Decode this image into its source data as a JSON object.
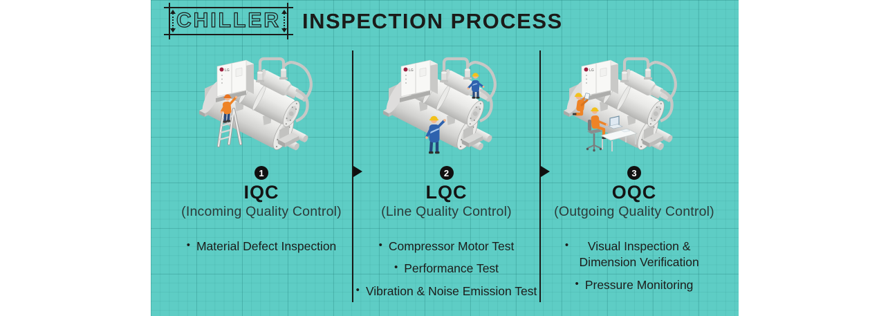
{
  "header": {
    "title_outlined": "CHILLER",
    "title_rest": "INSPECTION PROCESS"
  },
  "brand": {
    "logo": "LG"
  },
  "ui": {
    "bullet_char": "•"
  },
  "stages": [
    {
      "number": "1",
      "acronym": "IQC",
      "full_name": "(Incoming Quality Control)",
      "bullets": [
        "Material Defect Inspection"
      ],
      "illustration": "chiller-with-worker-on-ladder-inspecting"
    },
    {
      "number": "2",
      "acronym": "LQC",
      "full_name": "(Line Quality Control)",
      "bullets": [
        "Compressor Motor Test",
        "Performance Test",
        "Vibration & Noise Emission Test"
      ],
      "illustration": "chiller-with-two-blue-technicians-testing"
    },
    {
      "number": "3",
      "acronym": "OQC",
      "full_name": "(Outgoing Quality Control)",
      "bullets": [
        "Visual Inspection & Dimension Verification",
        "Pressure Monitoring"
      ],
      "illustration": "chiller-with-technicians-monitoring-at-desk"
    }
  ],
  "colors": {
    "background_teal": "#5ECDC5",
    "grid_line": "#3E9A94",
    "text_dark": "#1B1B19",
    "badge_black": "#101010",
    "machine_gray": "#E9E9E7",
    "worker_orange": "#EE8326",
    "worker_blue": "#2E62AE",
    "helmet_yellow": "#F2C11C",
    "lg_logo_red": "#9E2040"
  }
}
